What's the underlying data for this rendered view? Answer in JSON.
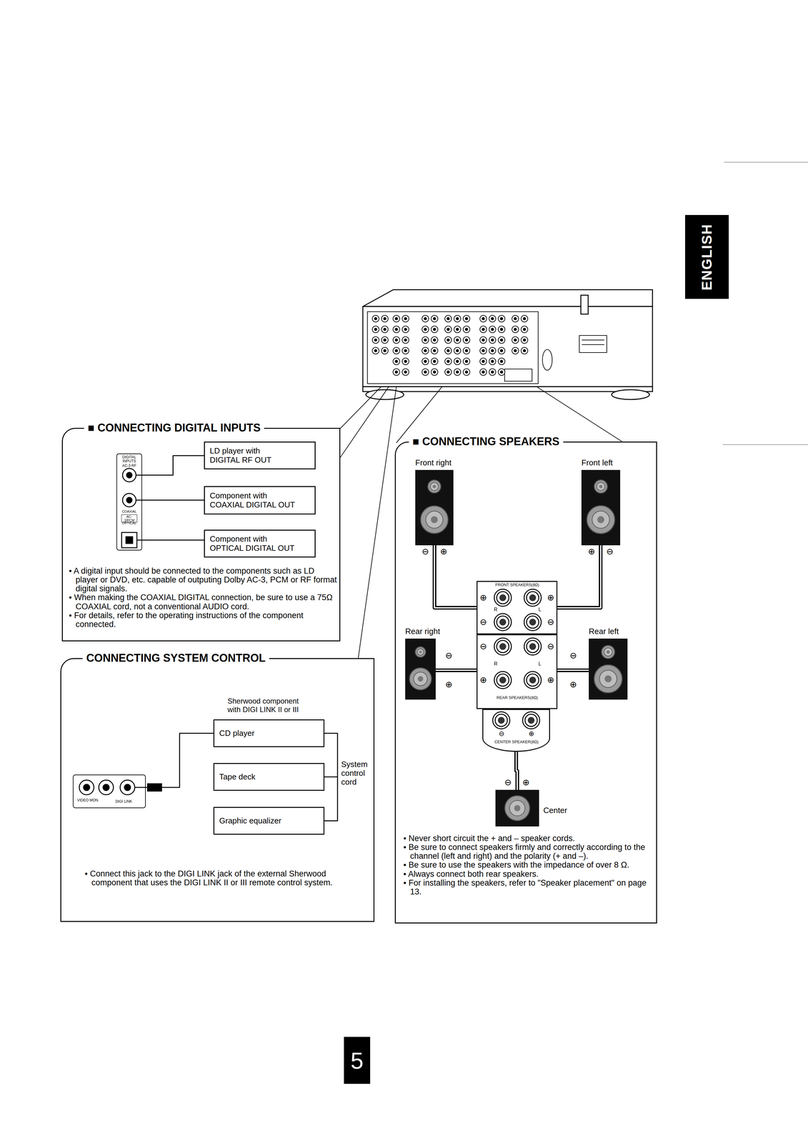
{
  "diagram": {
    "nodes": [
      {
        "text": [
          "■ CONNECTING DIGITAL INPUTS",
          "• A digital input should be connected to the components such as LD player or DVD, etc. capable of outputing Dolby AC-3, PCM or RF format digital signals.",
          "• When making the COAXIAL DIGITAL connection, be sure to use a 75Ω COAXIAL cord, not a conventional AUDIO cord.",
          "• For details, refer to the operating instructions of the component connected."
        ]
      },
      {
        "text": [
          "DIGITAL INPUTS",
          "AC-3 RF",
          "COAXIAL",
          "AC-3/PCM",
          "OPTICAL"
        ],
        "in": 0
      },
      {
        "text": [
          "LD player with DIGITAL RF OUT"
        ],
        "in": 0
      },
      {
        "text": [
          "Component with COAXIAL DIGITAL OUT"
        ],
        "in": 0
      },
      {
        "text": [
          "Component with OPTICAL DIGITAL OUT"
        ],
        "in": 0
      },
      {
        "text": [
          "CONNECTING SYSTEM CONTROL",
          "Sherwood component with DIGI LINK II or III",
          "• Connect this jack to the DIGI LINK jack of the external Sherwood component that uses the DIGI LINK II or III remote control system."
        ]
      },
      {
        "text": [
          "VIDEO MON.",
          "DIGI LINK"
        ],
        "in": 5
      },
      {
        "text": [
          "CD player"
        ],
        "in": 5
      },
      {
        "text": [
          "Tape deck"
        ],
        "in": 5
      },
      {
        "text": [
          "Graphic equalizer"
        ],
        "in": 5
      },
      {
        "text": [
          "■ CONNECTING SPEAKERS",
          "• Never short circuit the + and – speaker cords.",
          "• Be sure to connect speakers firmly and correctly according to the channel (left and right) and the polarity (+ and –).",
          "• Be sure to use the speakers with the impedance of over 8 Ω.",
          "• Always connect both rear speakers.",
          "• For installing the speakers, refer to \"Speaker placement\" on page 13."
        ]
      },
      {
        "text": [
          "Front right"
        ],
        "in": 10
      },
      {
        "text": [
          "Front left"
        ],
        "in": 10
      },
      {
        "text": [
          "FRONT SPEAKERS(8Ω)",
          "R",
          "L"
        ],
        "in": 10
      },
      {
        "text": [
          "Rear right"
        ],
        "in": 10
      },
      {
        "text": [
          "Rear left"
        ],
        "in": 10
      },
      {
        "text": [
          "R",
          "L",
          "REAR SPEAKERS(8Ω)"
        ],
        "in": 10
      },
      {
        "text": [
          "⊖",
          "⊕",
          "CENTER SPEAKER(8Ω)"
        ],
        "in": 10
      },
      {
        "text": [
          "Center"
        ],
        "in": 10
      },
      {
        "text": [
          "ENGLISH"
        ]
      },
      {
        "text": [
          "5"
        ]
      }
    ],
    "edges": [
      {
        "from": 1,
        "to": 2,
        "arrow": "none"
      },
      {
        "from": 1,
        "to": 3,
        "arrow": "none"
      },
      {
        "from": 1,
        "to": 4,
        "arrow": "none"
      },
      {
        "from": 6,
        "to": 7,
        "arrow": "none"
      },
      {
        "from": 7,
        "to": 8,
        "label": "System control cord",
        "arrow": "none"
      },
      {
        "from": 8,
        "to": 9,
        "arrow": "none"
      },
      {
        "from": 11,
        "to": 13,
        "arrow": "none"
      },
      {
        "from": 12,
        "to": 13,
        "arrow": "none"
      },
      {
        "from": 14,
        "to": 16,
        "arrow": "none"
      },
      {
        "from": 15,
        "to": 16,
        "arrow": "none"
      },
      {
        "from": 18,
        "to": 17,
        "arrow": "none"
      }
    ],
    "labels": [
      "⊖",
      "⊕",
      "⊕",
      "⊖",
      "⊕",
      "⊕",
      "⊖",
      "⊖",
      "⊖",
      "⊕",
      "⊖",
      "⊖",
      "⊕",
      "⊕",
      "⊖",
      "⊕",
      "⊖",
      "⊕"
    ]
  }
}
